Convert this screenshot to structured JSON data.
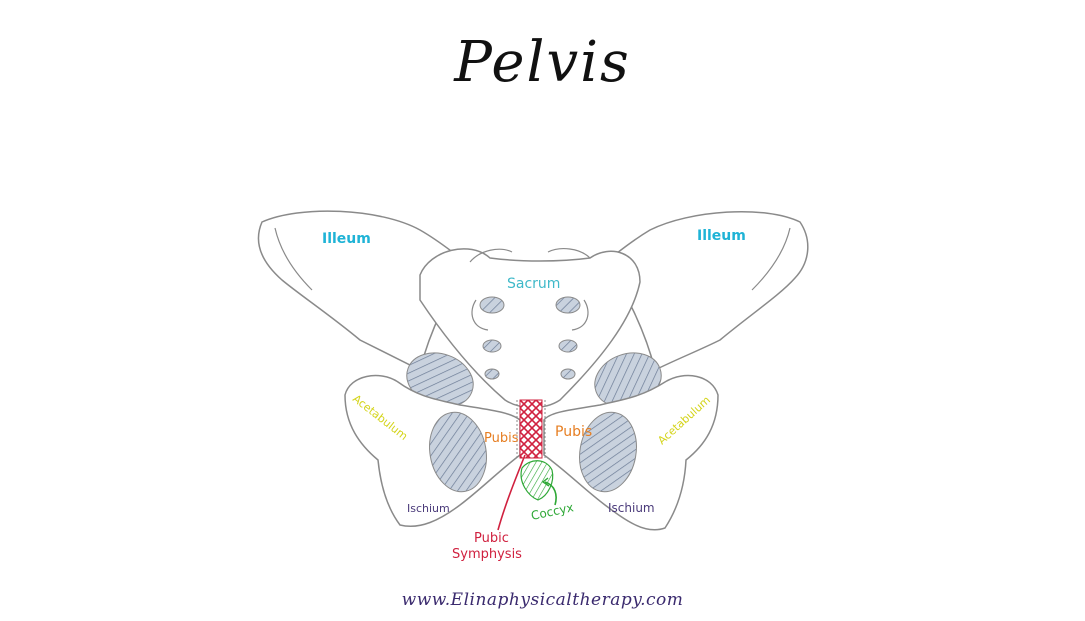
{
  "title": "Pelvis",
  "labels": {
    "ileum_left": "Illeum",
    "ileum_right": "Illeum",
    "sacrum": "Sacrum",
    "acetabulum_left": "Acetabulum",
    "acetabulum_right": "Acetabulum",
    "pubis_left": "Pubis",
    "pubis_right": "Pubis",
    "ischium_left": "Ischium",
    "ischium_right": "Ischium",
    "coccyx": "Coccyx",
    "pubic_symphysis_line1": "Pubic",
    "pubic_symphysis_line2": "Symphysis"
  },
  "colors": {
    "ileum": "#1fb3d6",
    "sacrum": "#3fb9c9",
    "acetabulum": "#e4e41a",
    "pubis": "#e67e22",
    "ischium": "#4a3a7a",
    "coccyx": "#2ea836",
    "pubic_symphysis": "#d0213f",
    "outline": "#8a8a8a",
    "hatch": "#6b7b95",
    "footer": "#3a2a6e"
  },
  "footer": "www.Elinaphysicaltherapy.com"
}
